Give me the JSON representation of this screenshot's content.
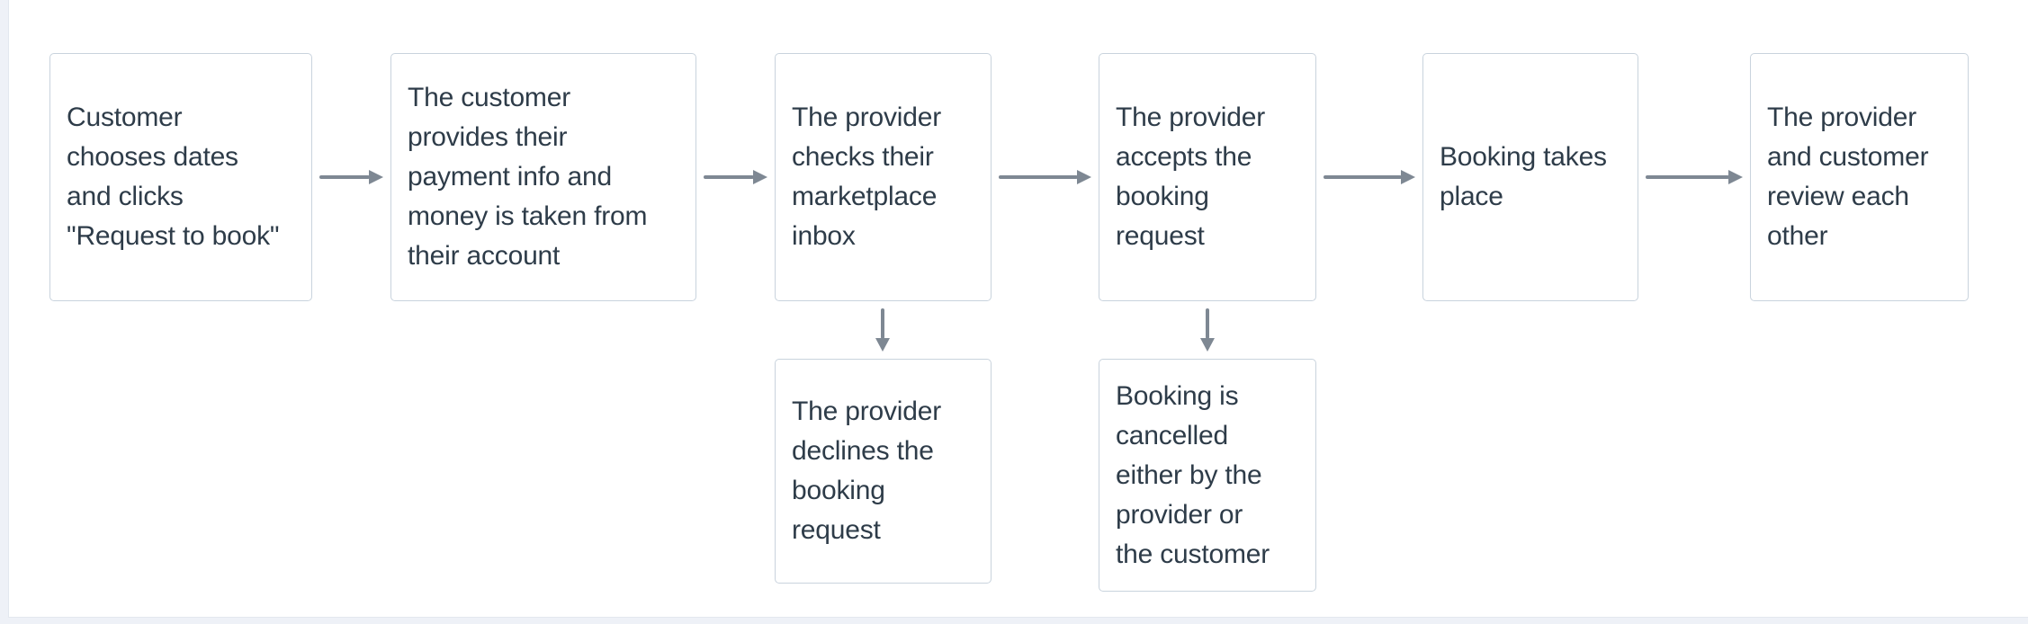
{
  "diagram": {
    "nodes": [
      {
        "id": "choose-dates",
        "label": "Customer\nchooses dates\nand clicks\n\"Request to book\""
      },
      {
        "id": "payment-info",
        "label": "The customer\nprovides their\npayment info and\nmoney is taken from\ntheir account"
      },
      {
        "id": "checks-inbox",
        "label": "The provider\nchecks their\nmarketplace\ninbox"
      },
      {
        "id": "accepts-request",
        "label": "The provider\naccepts the\nbooking\nrequest"
      },
      {
        "id": "booking-takes-place",
        "label": "Booking takes\nplace"
      },
      {
        "id": "review-each-other",
        "label": "The provider\nand customer\nreview each\nother"
      },
      {
        "id": "declines-request",
        "label": "The provider\ndeclines the\nbooking\nrequest"
      },
      {
        "id": "booking-cancelled",
        "label": "Booking is\ncancelled\neither by the\nprovider or\nthe customer"
      }
    ],
    "edges": [
      {
        "from": "choose-dates",
        "to": "payment-info",
        "direction": "right"
      },
      {
        "from": "payment-info",
        "to": "checks-inbox",
        "direction": "right"
      },
      {
        "from": "checks-inbox",
        "to": "accepts-request",
        "direction": "right"
      },
      {
        "from": "accepts-request",
        "to": "booking-takes-place",
        "direction": "right"
      },
      {
        "from": "booking-takes-place",
        "to": "review-each-other",
        "direction": "right"
      },
      {
        "from": "checks-inbox",
        "to": "declines-request",
        "direction": "down"
      },
      {
        "from": "accepts-request",
        "to": "booking-cancelled",
        "direction": "down"
      }
    ],
    "colors": {
      "node_text": "#2e3c49",
      "node_border": "#c9d3dd",
      "node_background": "#ffffff",
      "arrow": "#7e8893",
      "page_edge": "#eef1f7"
    }
  }
}
